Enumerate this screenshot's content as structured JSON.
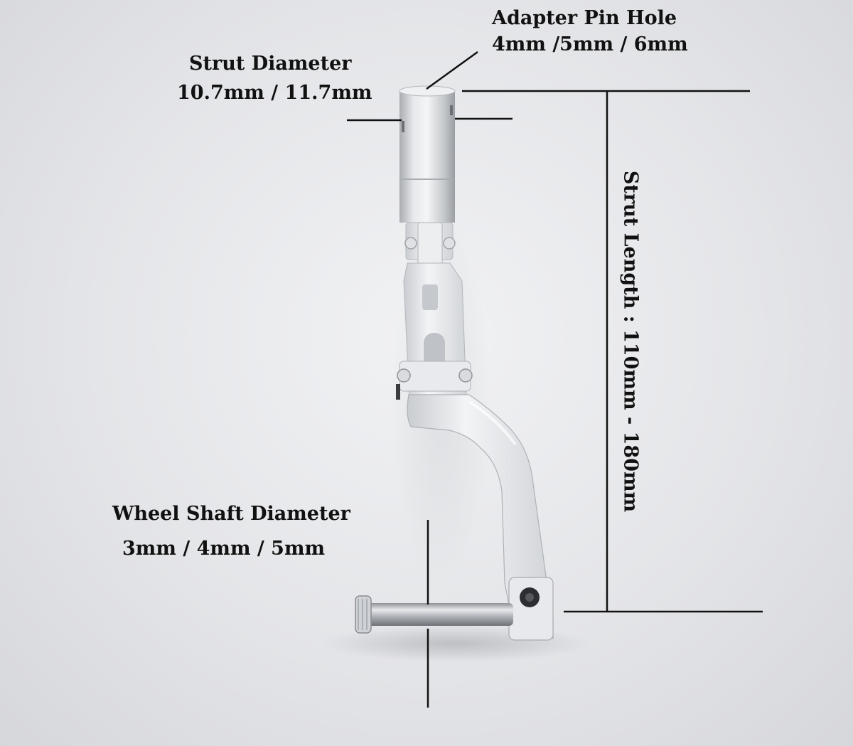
{
  "annotations": {
    "adapter_pin_hole": {
      "title": "Adapter Pin Hole",
      "values": "4mm /5mm / 6mm"
    },
    "strut_diameter": {
      "title": "Strut Diameter",
      "values": "10.7mm / 11.7mm"
    },
    "strut_length": {
      "text": "Strut Length : 110mm - 180mm"
    },
    "wheel_shaft_diameter": {
      "title": "Wheel Shaft Diameter",
      "values": "3mm / 4mm / 5mm"
    }
  },
  "colors": {
    "background": "#e4e5e8",
    "metal": "#d8dadd",
    "line": "#111111"
  }
}
